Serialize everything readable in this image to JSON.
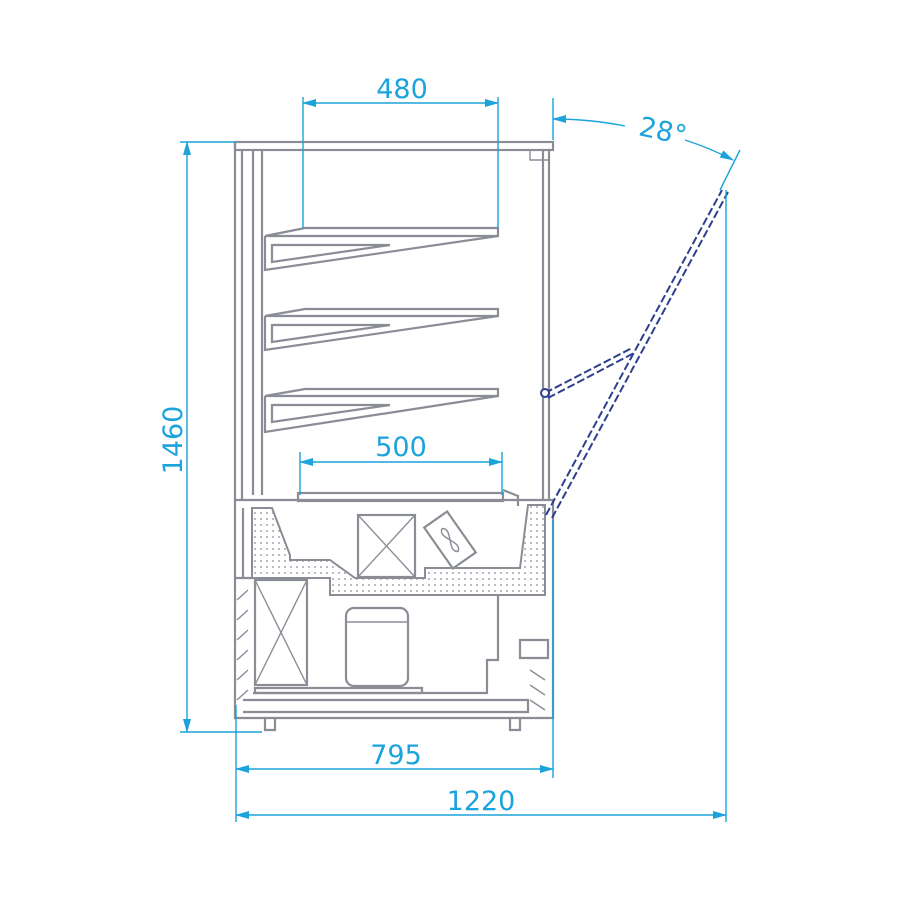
{
  "drawing": {
    "dimensions": {
      "top_shelf_depth": "480",
      "base_shelf_depth": "500",
      "height": "1460",
      "cabinet_depth": "795",
      "total_depth": "1220",
      "door_angle": "28°"
    },
    "colors": {
      "outline": "#8a8d96",
      "dimension": "#1ba3dc",
      "door": "#2e3f8f"
    }
  }
}
